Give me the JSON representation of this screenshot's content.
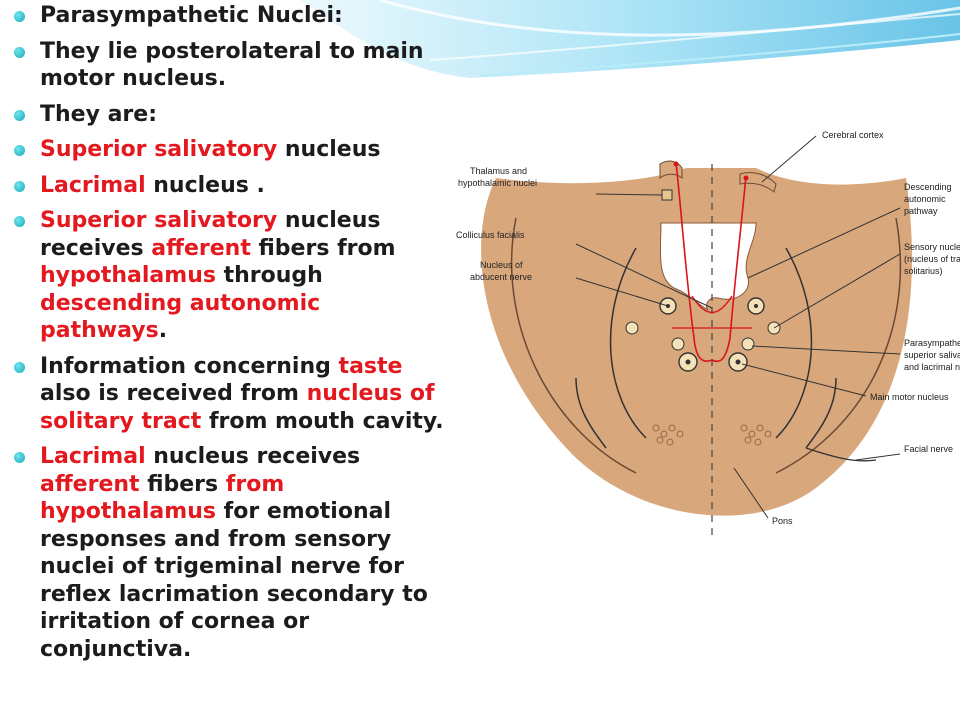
{
  "bullets": [
    {
      "runs": [
        {
          "text": "Parasympathetic Nuclei:",
          "color": "black"
        }
      ]
    },
    {
      "runs": [
        {
          "text": "They lie posterolateral to main motor nucleus.",
          "color": "black"
        }
      ]
    },
    {
      "runs": [
        {
          "text": "They are:",
          "color": "black"
        }
      ]
    },
    {
      "runs": [
        {
          "text": "Superior salivatory",
          "color": "red"
        },
        {
          "text": " nucleus",
          "color": "black"
        }
      ]
    },
    {
      "runs": [
        {
          "text": "Lacrimal",
          "color": "red"
        },
        {
          "text": " nucleus .",
          "color": "black"
        }
      ]
    },
    {
      "runs": [
        {
          "text": "Superior salivatory",
          "color": "red"
        },
        {
          "text": " nucleus receives ",
          "color": "black"
        },
        {
          "text": "afferent",
          "color": "red"
        },
        {
          "text": " fibers from ",
          "color": "black"
        },
        {
          "text": "hypothalamus",
          "color": "red"
        },
        {
          "text": " through ",
          "color": "black"
        },
        {
          "text": "descending autonomic pathways",
          "color": "red"
        },
        {
          "text": ".",
          "color": "black"
        }
      ]
    },
    {
      "runs": [
        {
          "text": "Information concerning ",
          "color": "black"
        },
        {
          "text": "taste",
          "color": "red"
        },
        {
          "text": " also is received from ",
          "color": "black"
        },
        {
          "text": "nucleus of solitary tract",
          "color": "red"
        },
        {
          "text": " from mouth cavity.",
          "color": "black"
        }
      ]
    },
    {
      "runs": [
        {
          "text": "Lacrimal",
          "color": "red"
        },
        {
          "text": " nucleus receives ",
          "color": "black"
        },
        {
          "text": "afferent",
          "color": "red"
        },
        {
          "text": " fibers ",
          "color": "black"
        },
        {
          "text": "from hypothalamus",
          "color": "red"
        },
        {
          "text": " for emotional responses and from sensory nuclei of trigeminal nerve for reflex lacrimation secondary to irritation of cornea or conjunctiva.",
          "color": "black"
        }
      ]
    }
  ],
  "figure": {
    "labels": {
      "cerebral_cortex": "Cerebral cortex",
      "thalamus_1": "Thalamus and",
      "thalamus_2": "hypothalamic nuclei",
      "descending_1": "Descending",
      "descending_2": "autonomic",
      "descending_3": "pathway",
      "colliculus": "Colliculus facialis",
      "abducent_1": "Nucleus of",
      "abducent_2": "abducent nerve",
      "sensory_1": "Sensory nucleus",
      "sensory_2": "(nucleus of tractus",
      "sensory_3": "solitarius)",
      "parasym_1": "Parasympathetic",
      "parasym_2": "superior salivatory",
      "parasym_3": "and lacrimal nuclei",
      "main_motor": "Main motor nucleus",
      "facial_nerve": "Facial nerve",
      "pons": "Pons"
    }
  },
  "colors": {
    "text": "#1c1c1c",
    "highlight": "#e3191f",
    "bullet": "#19a9b8",
    "pons_fill": "#d8a77c",
    "header_wave": "#7fd4ee"
  }
}
